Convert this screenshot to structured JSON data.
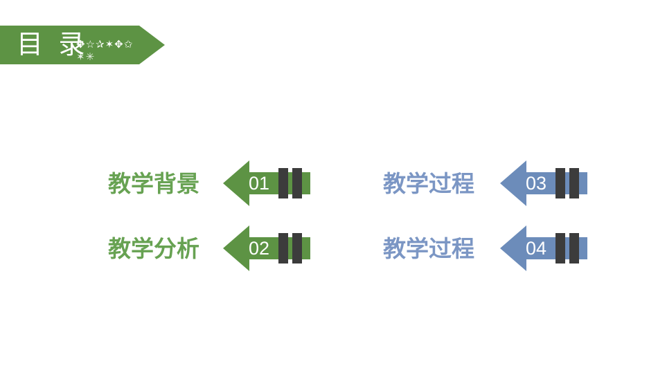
{
  "banner": {
    "title": "目 录",
    "decor_line1": "✥☆✰✶✥✩",
    "decor_line2": "✶✳"
  },
  "items": [
    {
      "label": "教学背景",
      "number": "01",
      "theme": "green"
    },
    {
      "label": "教学分析",
      "number": "02",
      "theme": "green"
    },
    {
      "label": "教学过程",
      "number": "03",
      "theme": "blue"
    },
    {
      "label": "教学过程",
      "number": "04",
      "theme": "blue"
    }
  ],
  "colors": {
    "green": "#5d9344",
    "green_text": "#67a252",
    "blue": "#6c8cba",
    "blue_text": "#7b96c4",
    "bar": "#3c3c3c",
    "background": "#ffffff"
  }
}
